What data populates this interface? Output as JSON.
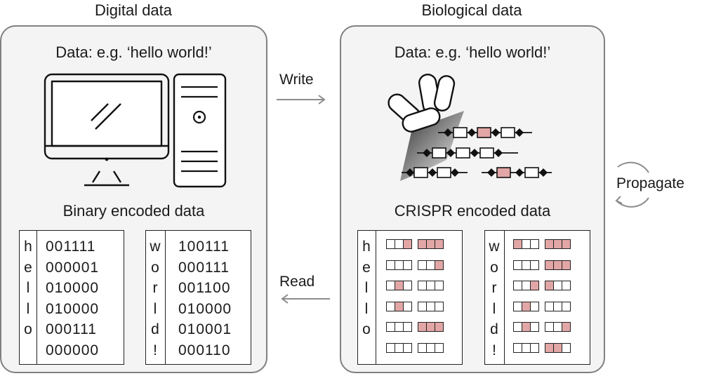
{
  "left": {
    "heading": "Digital data",
    "title": "Data: e.g. ‘hello world!’",
    "subtitle": "Binary encoded data",
    "table1": {
      "letters": [
        "h",
        "e",
        "l",
        "l",
        "o",
        ""
      ],
      "codes": [
        "001111",
        "000001",
        "010000",
        "010000",
        "000111",
        "000000"
      ]
    },
    "table2": {
      "letters": [
        "w",
        "o",
        "r",
        "l",
        "d",
        "!"
      ],
      "codes": [
        "100111",
        "000111",
        "001100",
        "010000",
        "010001",
        "000110"
      ]
    }
  },
  "right": {
    "heading": "Biological data",
    "title": "Data: e.g. ‘hello world!’",
    "subtitle": "CRISPR encoded data",
    "table1": {
      "letters": [
        "h",
        "e",
        "l",
        "l",
        "o",
        ""
      ],
      "codes": [
        "001111",
        "000001",
        "010000",
        "010000",
        "000111",
        "000000"
      ]
    },
    "table2": {
      "letters": [
        "w",
        "o",
        "r",
        "l",
        "d",
        "!"
      ],
      "codes": [
        "100111",
        "000111",
        "001100",
        "010000",
        "010001",
        "000110"
      ]
    }
  },
  "arrows": {
    "write": "Write",
    "read": "Read",
    "propagate": "Propagate"
  },
  "colors": {
    "highlight": "#e2a6a6",
    "panel_bg": "#f4f4f4",
    "panel_border": "#808080",
    "arrow": "#8c8c8c"
  },
  "icons": [
    "computer-monitor-icon",
    "computer-tower-icon",
    "bacteria-cells-icon",
    "crispr-array-icon",
    "cycle-arrow-icon"
  ]
}
